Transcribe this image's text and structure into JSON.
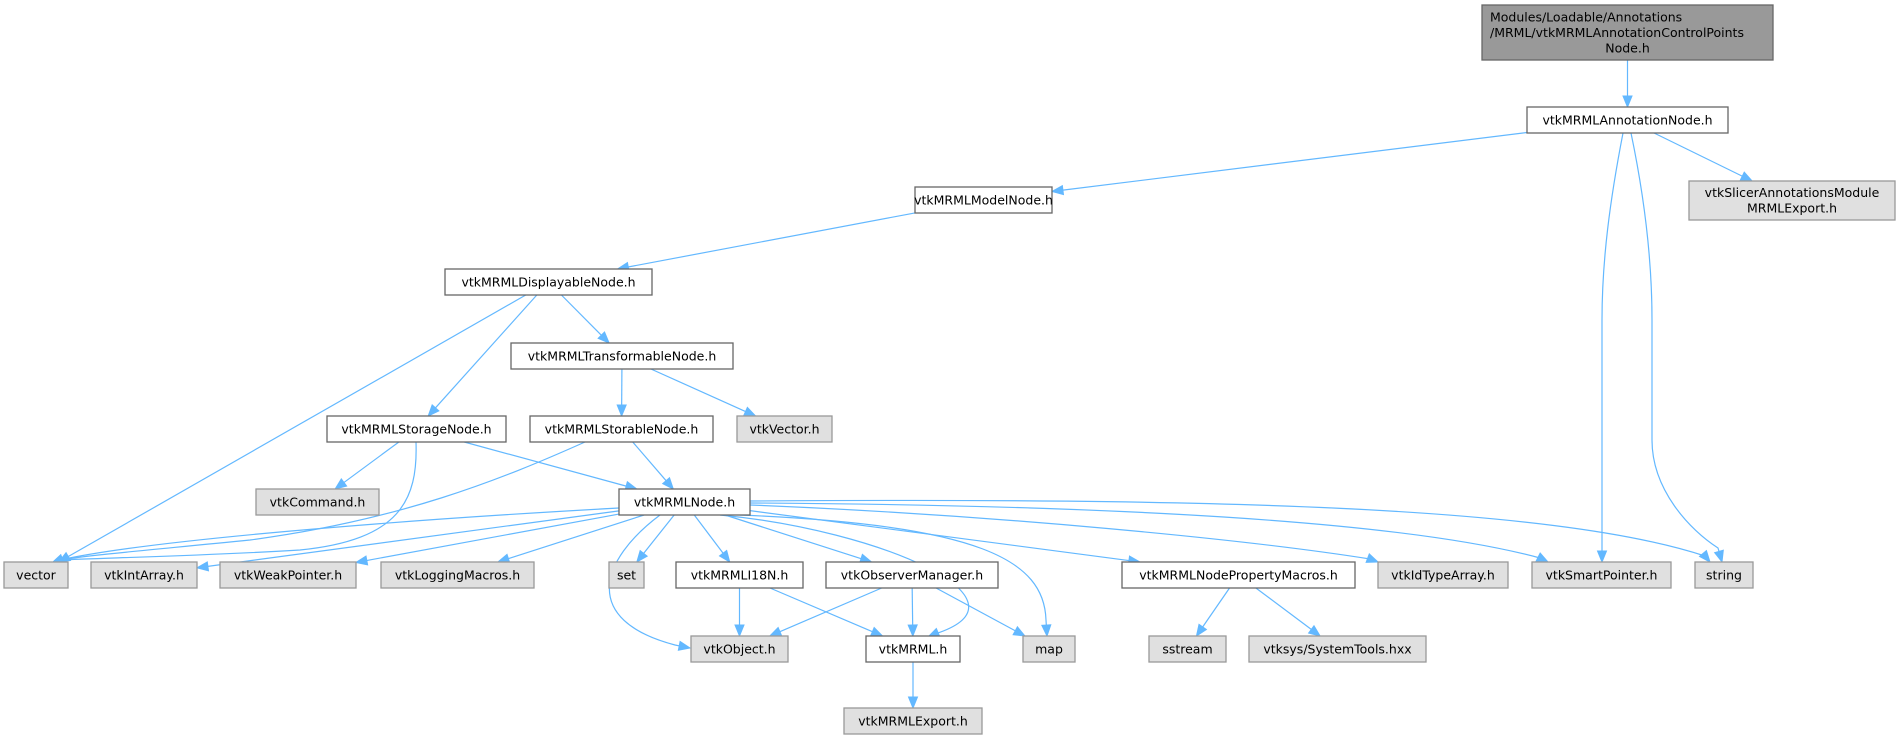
{
  "diagram": {
    "type": "include-dependency-graph",
    "colors": {
      "root_fill": "#999999",
      "local_fill": "#ffffff",
      "external_fill": "#e0e0e0",
      "edge": "#63b8ff"
    },
    "nodes": [
      {
        "id": "root",
        "kind": "root",
        "lines": [
          "Modules/Loadable/Annotations",
          "/MRML/vtkMRMLAnnotationControlPoints",
          "Node.h"
        ]
      },
      {
        "id": "annotation",
        "kind": "local",
        "lines": [
          "vtkMRMLAnnotationNode.h"
        ]
      },
      {
        "id": "slicerexport",
        "kind": "ext",
        "lines": [
          "vtkSlicerAnnotationsModule",
          "MRMLExport.h"
        ]
      },
      {
        "id": "model",
        "kind": "local",
        "lines": [
          "vtkMRMLModelNode.h"
        ]
      },
      {
        "id": "displayable",
        "kind": "local",
        "lines": [
          "vtkMRMLDisplayableNode.h"
        ]
      },
      {
        "id": "transformable",
        "kind": "local",
        "lines": [
          "vtkMRMLTransformableNode.h"
        ]
      },
      {
        "id": "storage",
        "kind": "local",
        "lines": [
          "vtkMRMLStorageNode.h"
        ]
      },
      {
        "id": "storable",
        "kind": "local",
        "lines": [
          "vtkMRMLStorableNode.h"
        ]
      },
      {
        "id": "vtkvector",
        "kind": "ext",
        "lines": [
          "vtkVector.h"
        ]
      },
      {
        "id": "command",
        "kind": "ext",
        "lines": [
          "vtkCommand.h"
        ]
      },
      {
        "id": "mrmlnode",
        "kind": "local",
        "lines": [
          "vtkMRMLNode.h"
        ]
      },
      {
        "id": "vector",
        "kind": "ext",
        "lines": [
          "vector"
        ]
      },
      {
        "id": "intarray",
        "kind": "ext",
        "lines": [
          "vtkIntArray.h"
        ]
      },
      {
        "id": "weakptr",
        "kind": "ext",
        "lines": [
          "vtkWeakPointer.h"
        ]
      },
      {
        "id": "logging",
        "kind": "ext",
        "lines": [
          "vtkLoggingMacros.h"
        ]
      },
      {
        "id": "set",
        "kind": "ext",
        "lines": [
          "set"
        ]
      },
      {
        "id": "i18n",
        "kind": "local",
        "lines": [
          "vtkMRMLI18N.h"
        ]
      },
      {
        "id": "observer",
        "kind": "local",
        "lines": [
          "vtkObserverManager.h"
        ]
      },
      {
        "id": "propmacros",
        "kind": "local",
        "lines": [
          "vtkMRMLNodePropertyMacros.h"
        ]
      },
      {
        "id": "idtypearray",
        "kind": "ext",
        "lines": [
          "vtkIdTypeArray.h"
        ]
      },
      {
        "id": "smartptr",
        "kind": "ext",
        "lines": [
          "vtkSmartPointer.h"
        ]
      },
      {
        "id": "string",
        "kind": "ext",
        "lines": [
          "string"
        ]
      },
      {
        "id": "vtkobject",
        "kind": "ext",
        "lines": [
          "vtkObject.h"
        ]
      },
      {
        "id": "vtkmrml",
        "kind": "local",
        "lines": [
          "vtkMRML.h"
        ]
      },
      {
        "id": "map",
        "kind": "ext",
        "lines": [
          "map"
        ]
      },
      {
        "id": "sstream",
        "kind": "ext",
        "lines": [
          "sstream"
        ]
      },
      {
        "id": "systemtools",
        "kind": "ext",
        "lines": [
          "vtksys/SystemTools.hxx"
        ]
      },
      {
        "id": "mrmlexport",
        "kind": "ext",
        "lines": [
          "vtkMRMLExport.h"
        ]
      }
    ],
    "edges": [
      [
        "root",
        "annotation"
      ],
      [
        "annotation",
        "model"
      ],
      [
        "annotation",
        "slicerexport"
      ],
      [
        "annotation",
        "smartptr"
      ],
      [
        "annotation",
        "string"
      ],
      [
        "model",
        "displayable"
      ],
      [
        "displayable",
        "vector"
      ],
      [
        "displayable",
        "storage"
      ],
      [
        "displayable",
        "transformable"
      ],
      [
        "transformable",
        "storable"
      ],
      [
        "transformable",
        "vtkvector"
      ],
      [
        "storage",
        "command"
      ],
      [
        "storage",
        "vector"
      ],
      [
        "storage",
        "mrmlnode"
      ],
      [
        "storable",
        "vector"
      ],
      [
        "storable",
        "mrmlnode"
      ],
      [
        "mrmlnode",
        "vector"
      ],
      [
        "mrmlnode",
        "intarray"
      ],
      [
        "mrmlnode",
        "weakptr"
      ],
      [
        "mrmlnode",
        "logging"
      ],
      [
        "mrmlnode",
        "vtkobject"
      ],
      [
        "mrmlnode",
        "set"
      ],
      [
        "mrmlnode",
        "i18n"
      ],
      [
        "mrmlnode",
        "observer"
      ],
      [
        "mrmlnode",
        "vtkmrml"
      ],
      [
        "mrmlnode",
        "map"
      ],
      [
        "mrmlnode",
        "propmacros"
      ],
      [
        "mrmlnode",
        "idtypearray"
      ],
      [
        "mrmlnode",
        "smartptr"
      ],
      [
        "mrmlnode",
        "string"
      ],
      [
        "i18n",
        "vtkobject"
      ],
      [
        "i18n",
        "vtkmrml"
      ],
      [
        "observer",
        "vtkobject"
      ],
      [
        "observer",
        "vtkmrml"
      ],
      [
        "observer",
        "map"
      ],
      [
        "propmacros",
        "sstream"
      ],
      [
        "propmacros",
        "systemtools"
      ],
      [
        "vtkmrml",
        "mrmlexport"
      ]
    ]
  }
}
